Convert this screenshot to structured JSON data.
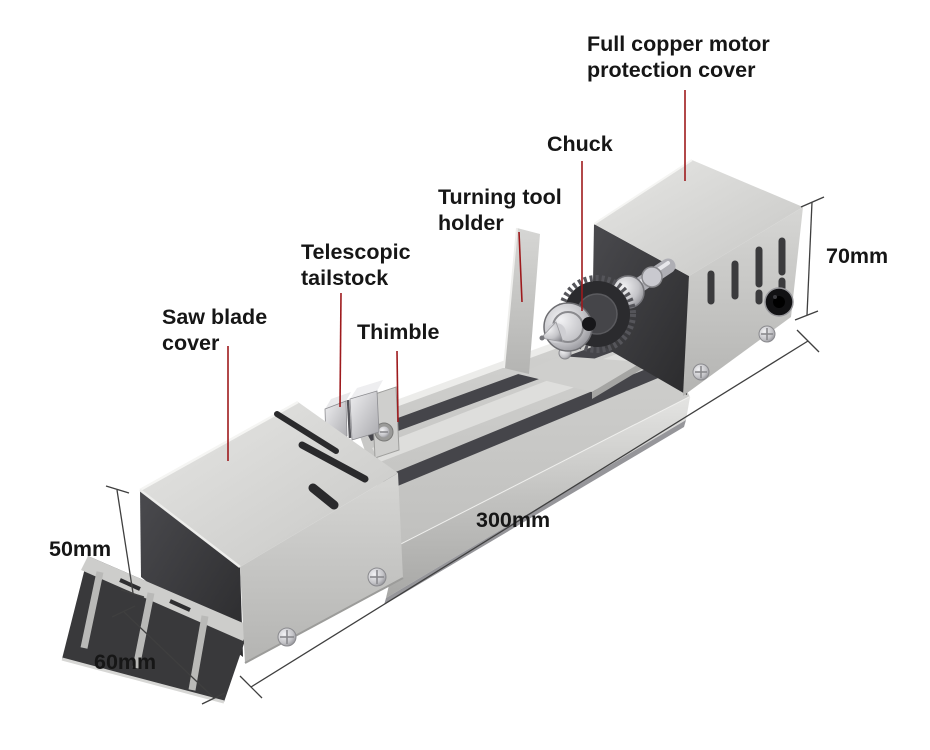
{
  "annotations": {
    "motor_cover": {
      "line1": "Full copper motor",
      "line2": "protection cover"
    },
    "chuck": {
      "line1": "Chuck"
    },
    "turning_tool_holder": {
      "line1": "Turning tool",
      "line2": "holder"
    },
    "telescopic_tailstock": {
      "line1": "Telescopic",
      "line2": "tailstock"
    },
    "thimble": {
      "line1": "Thimble"
    },
    "saw_blade_cover": {
      "line1": "Saw blade",
      "line2": "cover"
    }
  },
  "dimensions": {
    "motor_height": "70mm",
    "bed_length": "300mm",
    "left_end_height": "50mm",
    "left_end_width": "60mm"
  },
  "colors": {
    "leader_line": "#9e1a1d",
    "dimension_line": "#3f3f3f",
    "label_text": "#161616",
    "background": "#ffffff"
  }
}
